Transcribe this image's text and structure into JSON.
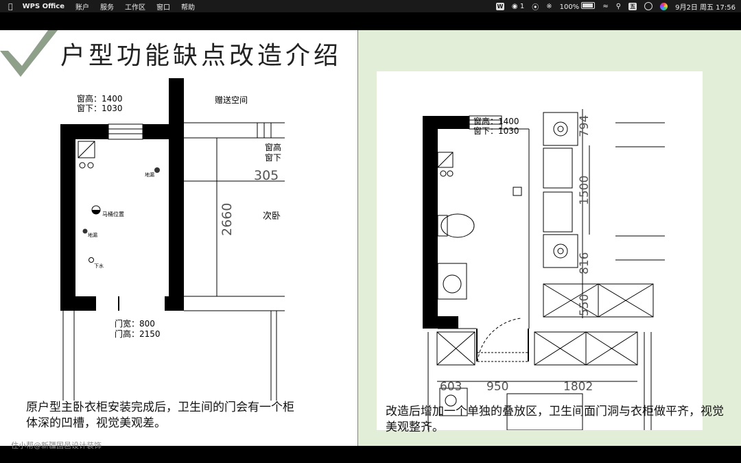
{
  "menubar": {
    "app_name": "WPS Office",
    "items": [
      "账户",
      "服务",
      "工作区",
      "窗口",
      "帮助"
    ],
    "right": {
      "wechat_badge": "1",
      "battery": "100%",
      "input_method": "五",
      "datetime": "9月2日 周五  17:56"
    }
  },
  "slide": {
    "title": "户型功能缺点改造介绍",
    "left_plan": {
      "window_height": "窗高：1400",
      "window_sill": "窗下：1030",
      "gift_space": "赠送空间",
      "window_height_2": "窗高",
      "window_sill_2": "窗下",
      "dim_305": "305",
      "dim_2660": "2660",
      "second_bedroom": "次卧",
      "floor_drain_1": "地漏",
      "toilet_position": "马桶位置",
      "floor_drain_2": "地漏",
      "drain": "下水",
      "door_width": "门宽：800",
      "door_height": "门高：2150"
    },
    "right_plan": {
      "window_height": "窗高：1400",
      "window_sill": "窗下：1030",
      "dim_794": "794",
      "dim_1500": "1500",
      "dim_816": "816",
      "dim_550": "550",
      "dim_603": "603",
      "dim_950": "950",
      "dim_1802": "1802"
    },
    "caption_left": "原户型主卧衣柜安装完成后，卫生间的门会有一个柜体深的凹槽，视觉美观差。",
    "caption_right": "改造后增加一个单独的叠放区，卫生间面门洞与衣柜做平齐，视觉美观整齐。",
    "watermark": "住小帮@新疆国邑设计装饰"
  },
  "colors": {
    "right_panel_bg": "#e3eed9",
    "divider": "#6d86a8",
    "check_mark": "#8fa08a"
  }
}
